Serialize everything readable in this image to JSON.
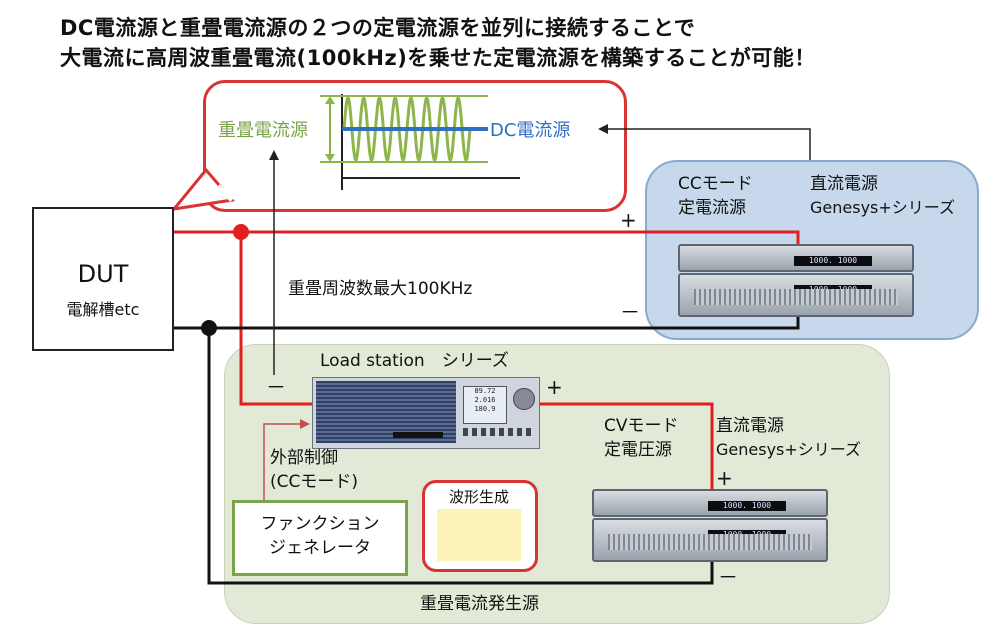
{
  "headline": {
    "line1": "DC電流源と重畳電流源の２つの定電流源を並列に接続することで",
    "line2": "大電流に高周波重畳電流(100kHz)を乗せた定電流源を構築することが可能！"
  },
  "callout": {
    "left_label": "重畳電流源",
    "right_label": "DC電流源"
  },
  "dut": {
    "title": "DUT",
    "subtitle": "電解槽etc"
  },
  "freq_label": "重畳周波数最大100KHz",
  "cc_source": {
    "mode": "CCモード",
    "mode2": "定電流源",
    "type": "直流電源",
    "series": "Genesys+シリーズ",
    "plus": "+",
    "minus": "－",
    "display_top": "1000. 1000",
    "display_bottom": "1000. 1000"
  },
  "load_station": {
    "title": "Load station　シリーズ",
    "minus": "－",
    "plus": "+",
    "lcd": "89.72\n2.016\n180.9"
  },
  "cv_source": {
    "mode": "CVモード",
    "mode2": "定電圧源",
    "type": "直流電源",
    "series": "Genesys+シリーズ",
    "plus": "+",
    "minus": "－",
    "display_top": "1000. 1000",
    "display_bottom": "1000. 1000"
  },
  "external_control": {
    "line1": "外部制御",
    "line2": "(CCモード)"
  },
  "function_generator": {
    "line1": "ファンクション",
    "line2": "ジェネレータ"
  },
  "waveform_card": {
    "title": "波形生成"
  },
  "superposed_source_label": "重畳電流発生源",
  "colors": {
    "red_wire": "#e02020",
    "black_wire": "#111111",
    "green_wave": "#8db54b",
    "blue_dc": "#2f6fc0",
    "red_border": "#d93434",
    "panel_blue": "#c7d8ec",
    "panel_green": "#e3e9d7",
    "callout_green_text": "#7aa44a",
    "callout_blue_text": "#2f6fc0"
  }
}
